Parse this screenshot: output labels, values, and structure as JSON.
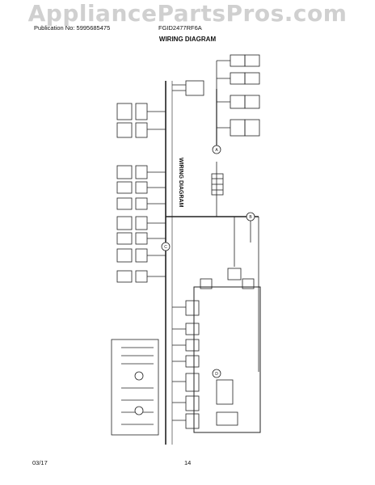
{
  "header": {
    "watermark": "AppliancePartsPros.com",
    "publication": "Publication No: 5995685475",
    "model": "FGID2477RF6A"
  },
  "title": "WIRING DIAGRAM",
  "rotated_label": "WIRING DIAGRAM",
  "footer": {
    "date": "03/17",
    "page": "14"
  },
  "connector_labels": [
    "A",
    "B",
    "C",
    "D"
  ]
}
